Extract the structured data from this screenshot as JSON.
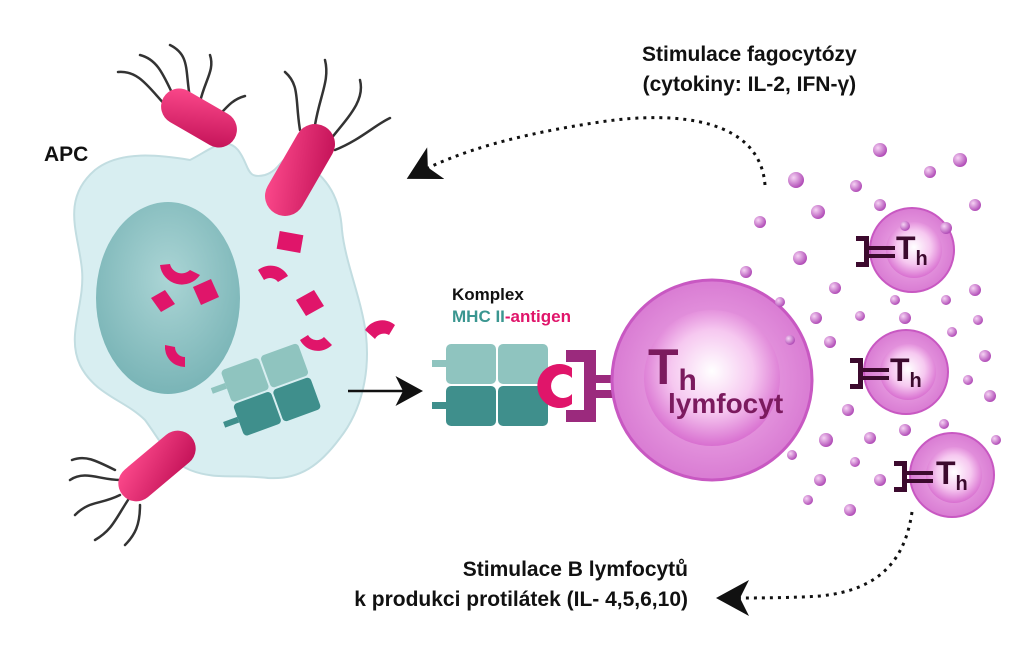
{
  "labels": {
    "apc": "APC",
    "stimulace_fagocytozy_line1": "Stimulace fagocytózy",
    "stimulace_fagocytozy_line2": "(cytokiny: IL-2, IFN-γ)",
    "komplex": "Komplex",
    "mhc": "MHC II",
    "antigen": "-antigen",
    "th_T": "T",
    "th_h": "h",
    "lymfocyt": "lymfocyt",
    "stimulace_b_line1": "Stimulace B lymfocytů",
    "stimulace_b_line2": "k produkci protilátek (IL- 4,5,6,10)"
  },
  "colors": {
    "apc_fill": "#d8eef1",
    "nucleus": "#8cc3c4",
    "antigen": "#e0156a",
    "mhc_teal_light": "#8fc4bf",
    "mhc_teal_dark": "#3f8f8c",
    "th_cell": "#e27fd7",
    "th_text": "#7b1a5e",
    "receptor": "#9b2a7d",
    "cytokine": "#c86ad0"
  }
}
